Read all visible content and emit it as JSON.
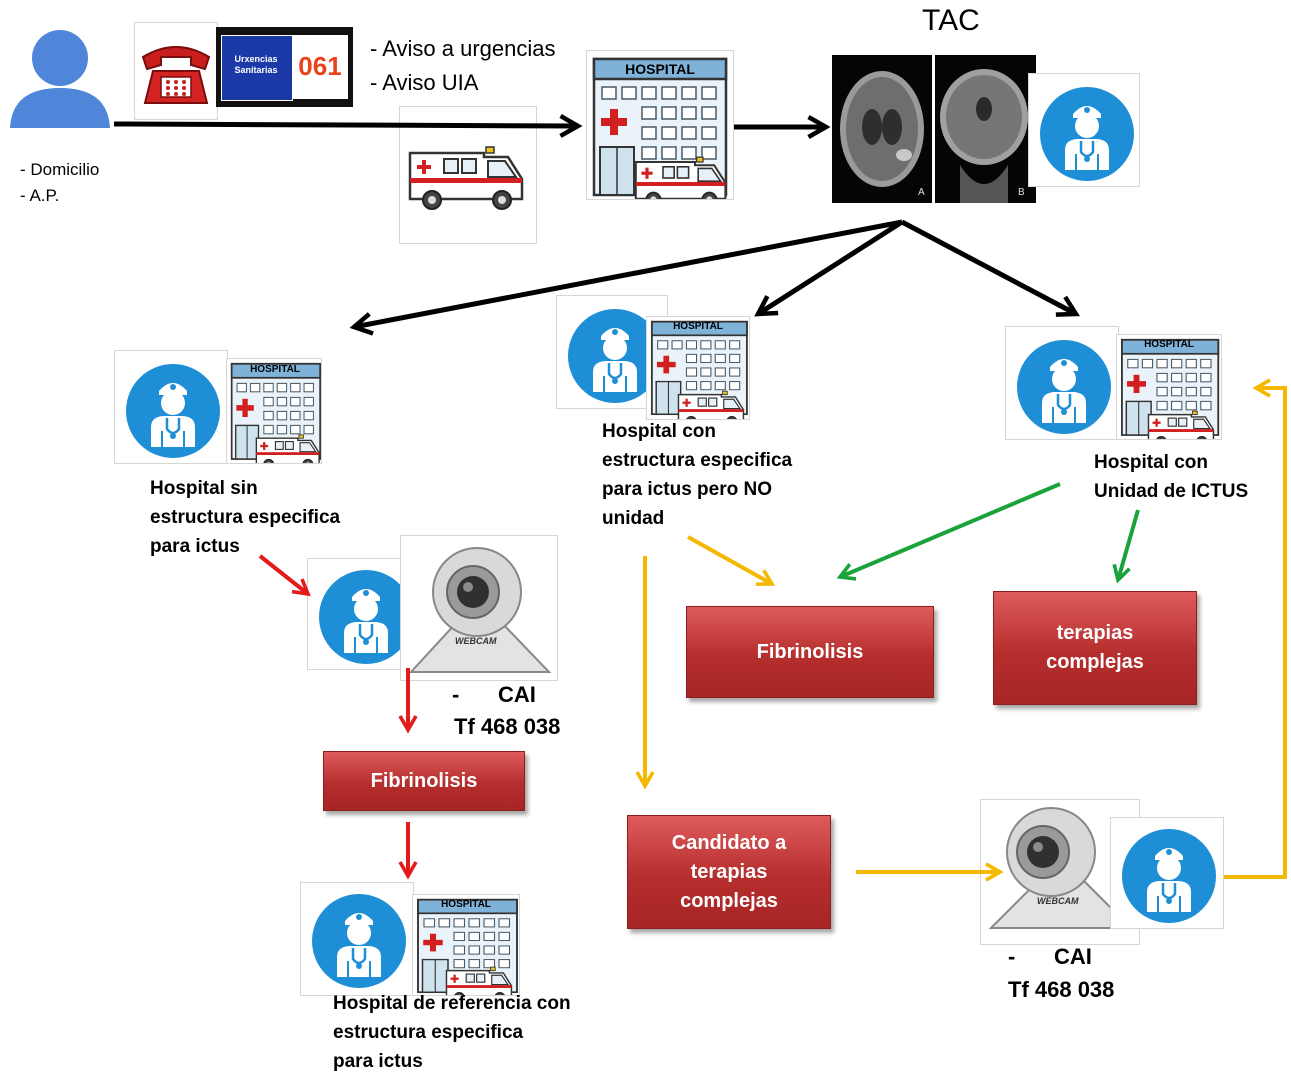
{
  "labels": {
    "domicilio": "- Domicilio",
    "ap": "- A.P.",
    "aviso_urgencias": "- Aviso a urgencias",
    "aviso_uia": "- Aviso UIA",
    "tac": "TAC",
    "hospital_sin": "Hospital sin\nestructura especifica\npara  ictus",
    "hospital_con": "Hospital con\nestructura especifica\npara  ictus pero NO\n unidad",
    "hospital_unidad": "Hospital con\nUnidad de ICTUS",
    "cai_dash_1": "-",
    "cai_1": "CAI",
    "tf_1": "Tf 468 038",
    "cai_dash_2": "-",
    "cai_2": "CAI",
    "tf_2": "Tf 468 038",
    "hospital_referencia": "Hospital de referencia con\nestructura especifica\npara  ictus"
  },
  "boxes": {
    "fibrinolisis_left": "Fibrinolisis",
    "fibrinolisis_center": "Fibrinolisis",
    "terapias": "terapias\ncomplejas",
    "candidato": "Candidato a\nterapias\ncomplejas"
  },
  "logo": {
    "line1": "Urxencias",
    "line2": "Sanitarias",
    "number": "061"
  },
  "hospital_sign": "HOSPITAL",
  "webcam_label": "WEBCAM",
  "scan_labels": [
    "A",
    "B"
  ],
  "colors": {
    "black_arrow": "#000000",
    "red_arrow": "#e31b1b",
    "green_arrow": "#1aa33a",
    "yellow_arrow": "#f5b800",
    "box_red": "#c0392b",
    "doctor_blue": "#1e8fd6"
  }
}
